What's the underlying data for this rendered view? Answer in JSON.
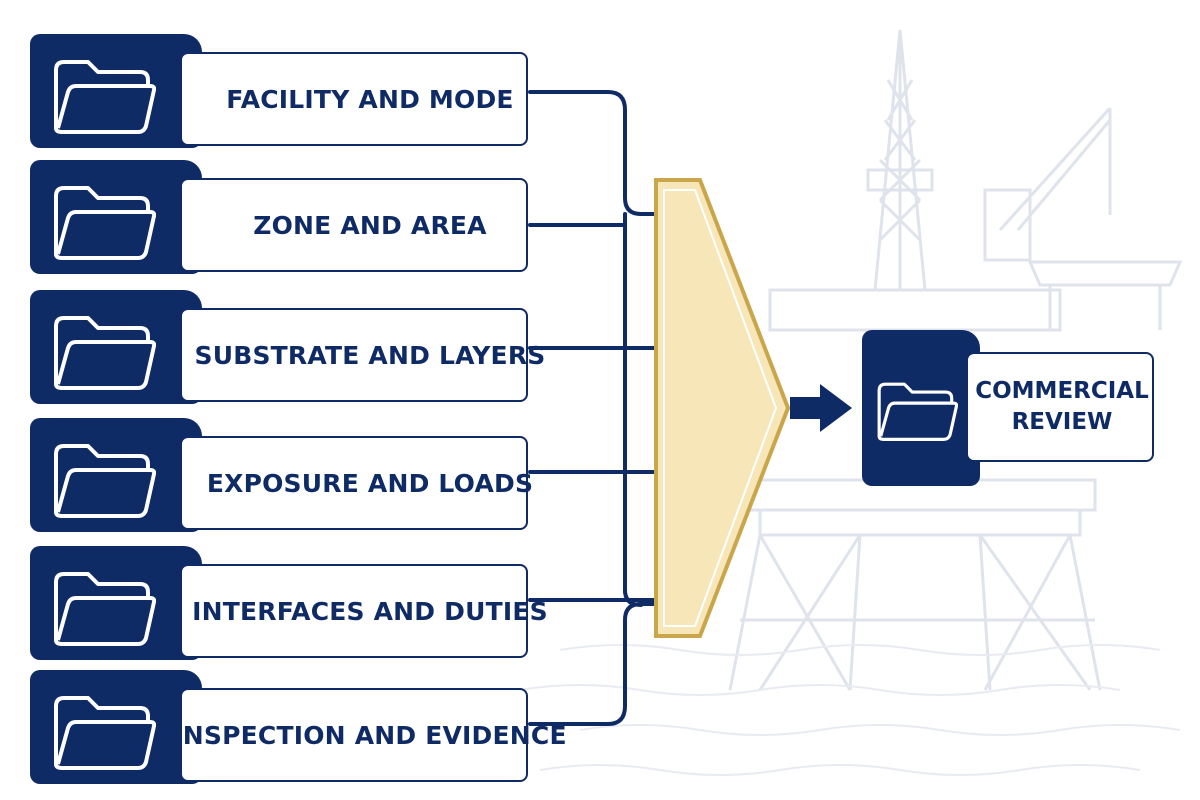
{
  "colors": {
    "navy": "#0f2b66",
    "gold": "#c9a64a",
    "funnel_fill": "#f7e6b8",
    "background_art": "#dfe3ec"
  },
  "inputs": [
    {
      "label": "FACILITY AND MODE",
      "icon": "folder-icon"
    },
    {
      "label": "ZONE AND AREA",
      "icon": "folder-icon"
    },
    {
      "label": "SUBSTRATE AND LAYERS",
      "icon": "folder-icon"
    },
    {
      "label": "EXPOSURE AND LOADS",
      "icon": "folder-icon"
    },
    {
      "label": "INTERFACES AND DUTIES",
      "icon": "folder-icon"
    },
    {
      "label": "INSPECTION AND EVIDENCE",
      "icon": "folder-icon"
    }
  ],
  "output": {
    "line1": "COMMERCIAL",
    "line2": "REVIEW",
    "icon": "folder-icon"
  },
  "background": {
    "icon": "offshore-platform-icon"
  }
}
